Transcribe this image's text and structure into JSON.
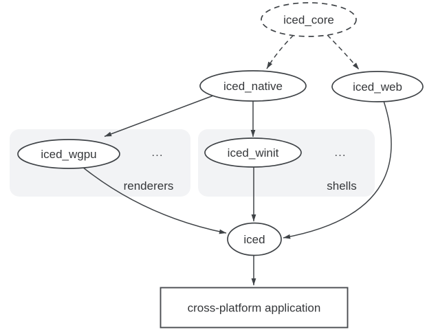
{
  "colors": {
    "background": "#ffffff",
    "node_stroke": "#3f4347",
    "node_fill": "#ffffff",
    "text": "#35373a",
    "cluster_fill": "#f2f3f5",
    "accent_blue": "#1a73e8"
  },
  "diagram": {
    "nodes": {
      "iced_core": {
        "label": "iced_core",
        "shape": "dashed-ellipse"
      },
      "iced_native": {
        "label": "iced_native",
        "shape": "ellipse"
      },
      "iced_web": {
        "label": "iced_web",
        "shape": "ellipse"
      },
      "iced_wgpu": {
        "label": "iced_wgpu",
        "shape": "ellipse"
      },
      "iced_winit": {
        "label": "iced_winit",
        "shape": "ellipse"
      },
      "iced": {
        "label": "iced",
        "shape": "ellipse"
      },
      "application": {
        "label": "cross-platform application",
        "shape": "rect"
      }
    },
    "clusters": {
      "renderers": {
        "label": "renderers",
        "ellipsis": "..."
      },
      "shells": {
        "label": "shells",
        "ellipsis": "..."
      }
    },
    "edges": [
      {
        "from": "iced_core",
        "to": "iced_native",
        "style": "dashed"
      },
      {
        "from": "iced_core",
        "to": "iced_web",
        "style": "dashed"
      },
      {
        "from": "iced_native",
        "to": "iced_wgpu",
        "style": "solid"
      },
      {
        "from": "iced_native",
        "to": "iced_winit",
        "style": "solid"
      },
      {
        "from": "iced_wgpu",
        "to": "iced",
        "style": "solid"
      },
      {
        "from": "iced_winit",
        "to": "iced",
        "style": "solid"
      },
      {
        "from": "iced_web",
        "to": "iced",
        "style": "solid"
      },
      {
        "from": "iced",
        "to": "application",
        "style": "solid"
      }
    ]
  }
}
